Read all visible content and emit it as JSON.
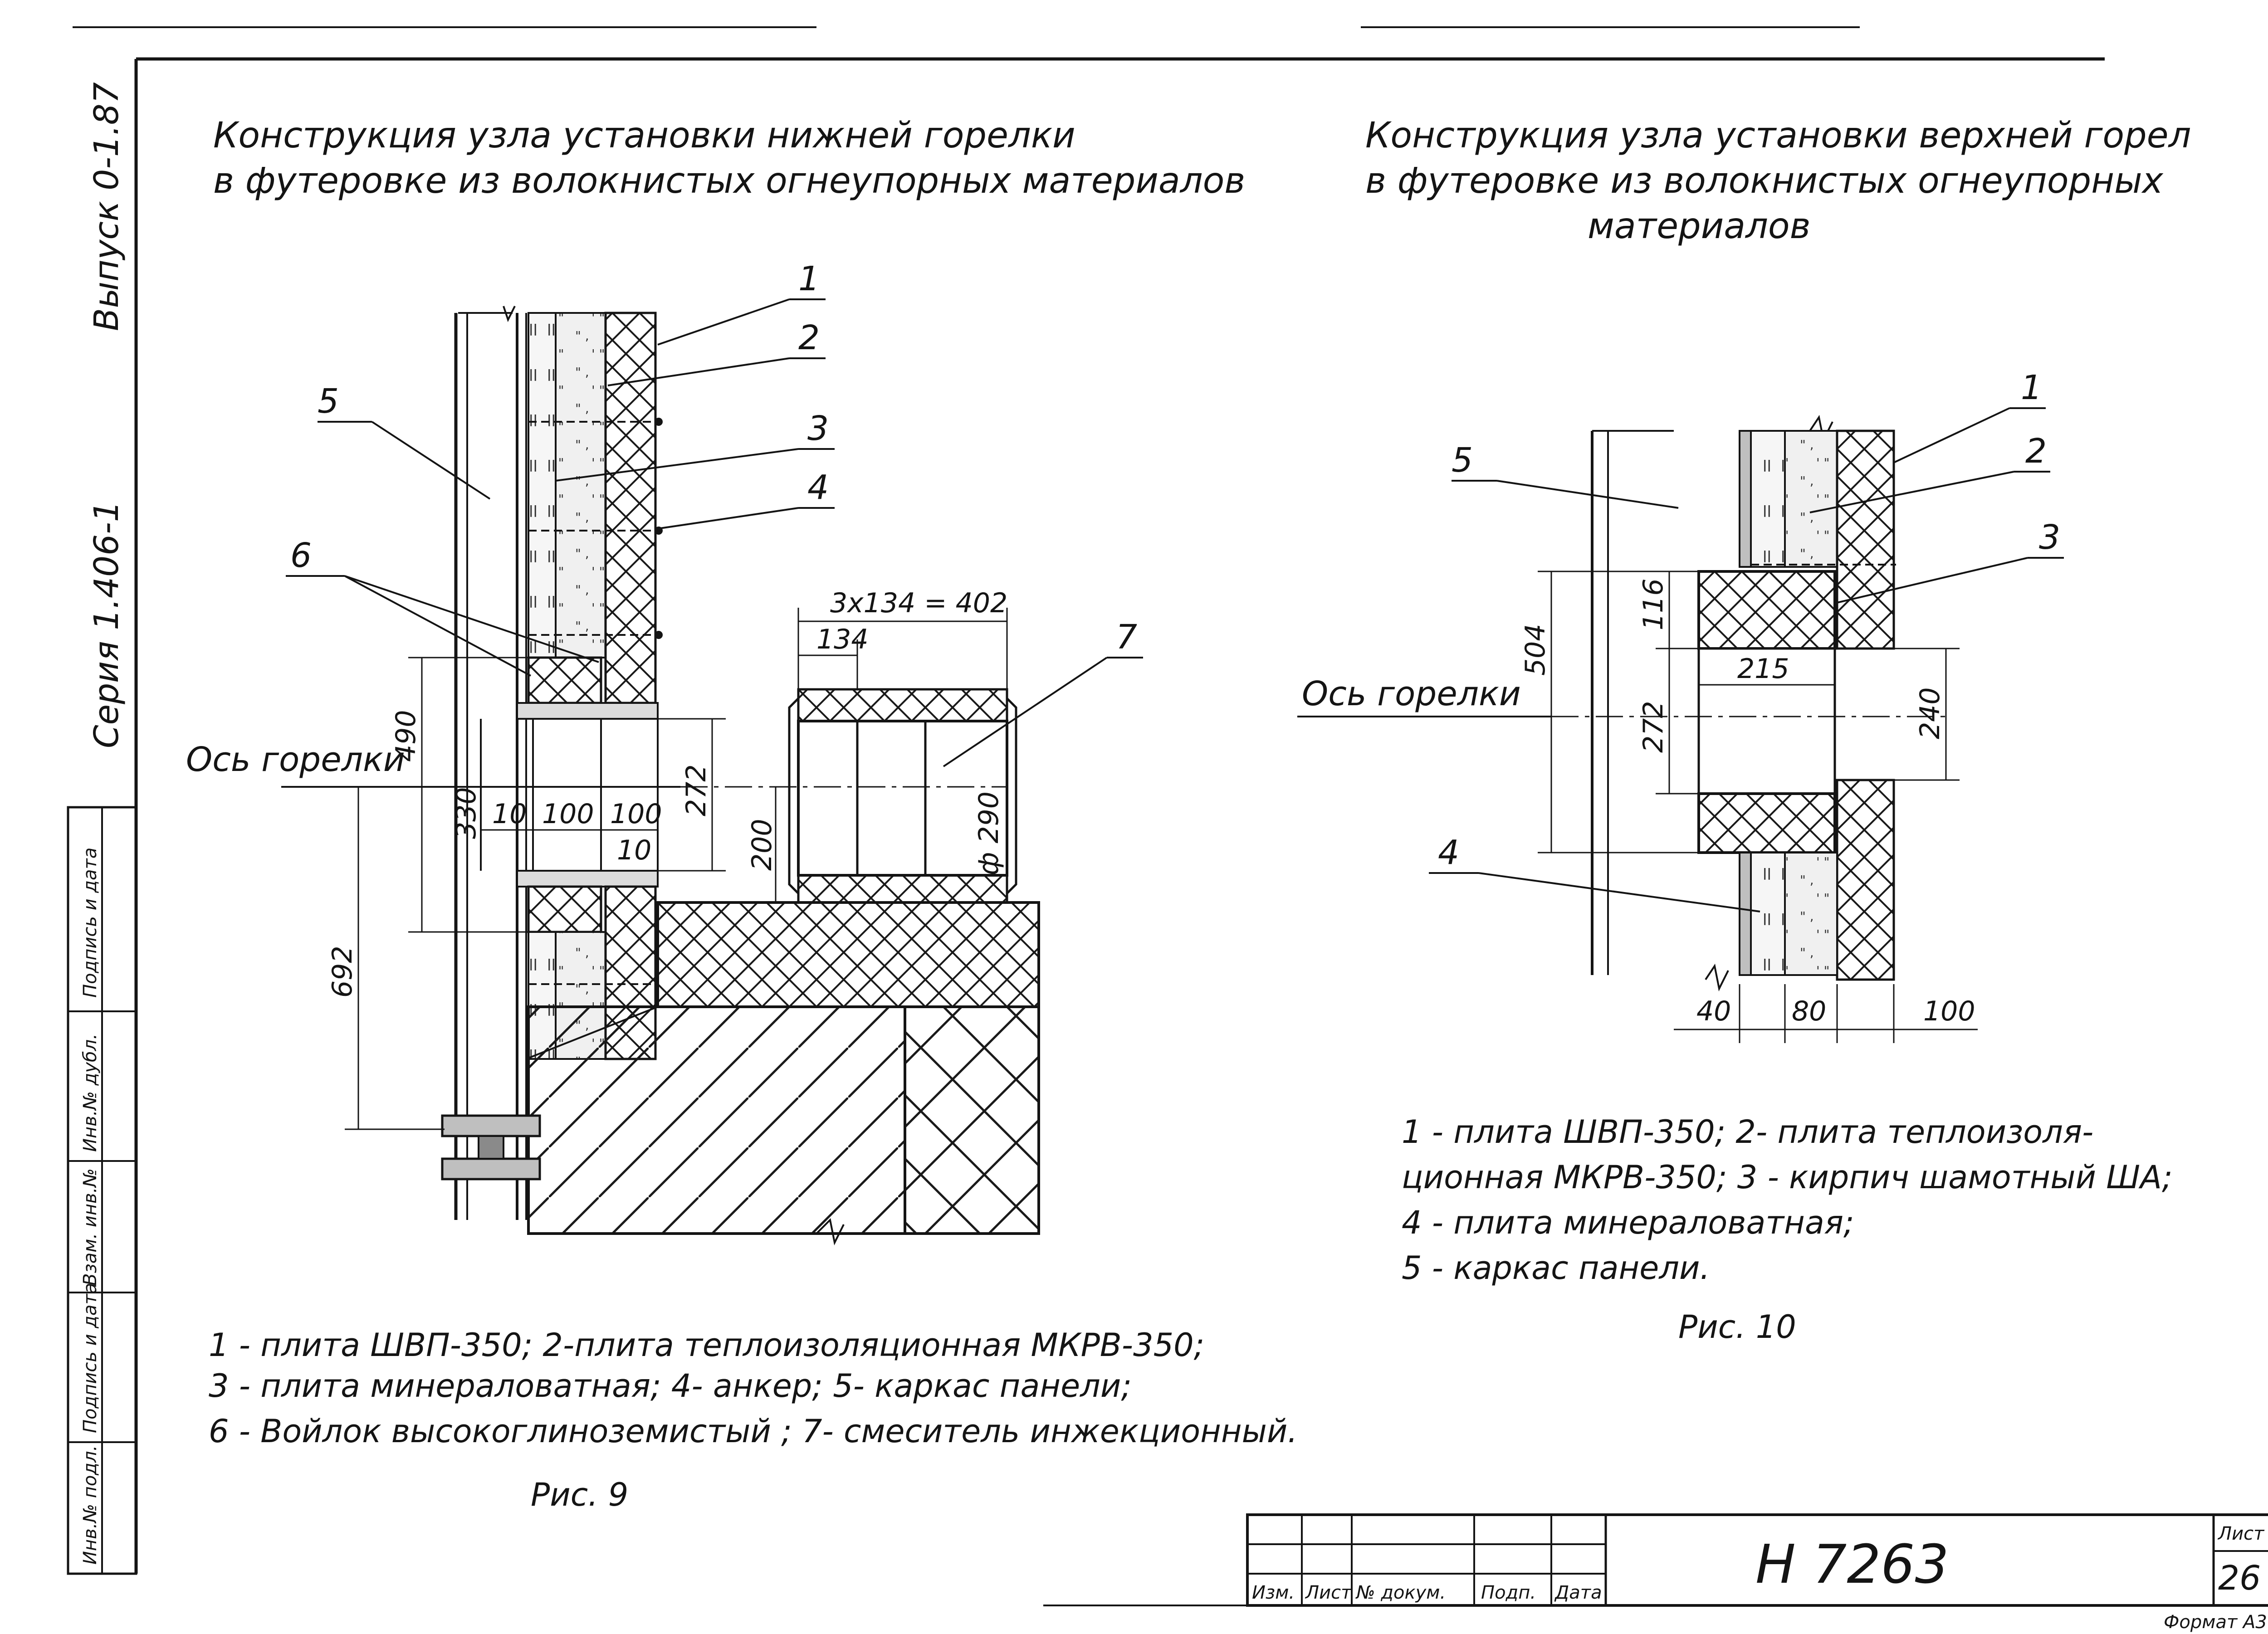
{
  "side": {
    "issue": "Выпуск 0-1.87",
    "series": "Серия 1.406-1",
    "stamp_cells": [
      "Подпись и дата",
      "Инв.№ дубл.",
      "Взам. инв.№",
      "Подпись и дата",
      "Инв.№ подл."
    ]
  },
  "fig9": {
    "title_line1": "Конструкция узла установки нижней горелки",
    "title_line2": "в футеровке из волокнистых огнеупорных материалов",
    "callouts": [
      "1",
      "2",
      "3",
      "4",
      "5",
      "6",
      "7"
    ],
    "axis_label": "Ось горелки",
    "dims": {
      "d490": "490",
      "d330": "330",
      "d10a": "10",
      "d100a": "100",
      "d100b": "100",
      "d10b": "10",
      "d272": "272",
      "d692": "692",
      "d3x134": "3x134 = 402",
      "d134": "134",
      "d200": "200",
      "d290": "ф 290"
    },
    "legend": [
      "1 - плита ШВП-350;  2-плита теплоизоляционная МКРВ-350;",
      "3 - плита минераловатная; 4- анкер; 5- каркас панели;",
      "6 - Войлок высокоглиноземистый ; 7- смеситель инжекционный."
    ],
    "caption": "Рис. 9"
  },
  "fig10": {
    "title_line1": "Конструкция узла установки верхней горел",
    "title_line2": "в футеровке  из волокнистых огнеупорных",
    "title_line3": "материалов",
    "callouts": [
      "1",
      "2",
      "3",
      "4",
      "5"
    ],
    "axis_label": "Ось горелки",
    "dims": {
      "d504": "504",
      "d116": "116",
      "d272": "272",
      "d215": "215",
      "d240": "240",
      "d40": "40",
      "d80": "80",
      "d100": "100"
    },
    "legend": [
      "1 - плита ШВП-350;  2- плита теплоизоля-",
      "ционная МКРВ-350; 3 - кирпич шамотный ША;",
      "4 - плита минераловатная;",
      "5 - каркас панели."
    ],
    "caption": "Рис. 10"
  },
  "title_block": {
    "headers": [
      "Изм.",
      "Лист",
      "№ докум.",
      "Подп.",
      "Дата"
    ],
    "doc_number": "Н 7263",
    "sheet_label": "Лист",
    "sheet_number": "26",
    "format": "Формат А3"
  }
}
